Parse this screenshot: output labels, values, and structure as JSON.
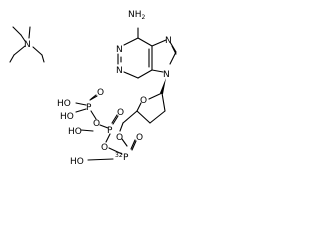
{
  "structure": {
    "adenine": {
      "amine": "NH",
      "amine_sub": "2",
      "n1": "N",
      "n3": "N",
      "n7": "N",
      "n9": "N"
    },
    "triethylamine": {
      "n": "N"
    },
    "sugar": {
      "o_ring": "O",
      "o_5": "O"
    },
    "triphosphate": {
      "gamma": {
        "oh_left": "HO",
        "p": "P",
        "o_top": "O",
        "oh_bottom": "HO",
        "o_bridge": "O"
      },
      "beta": {
        "oh_left": "HO",
        "p": "P",
        "o_top": "O",
        "o_bridge": "O"
      },
      "alpha": {
        "oh_left": "HO",
        "p_isotope": "32",
        "p": "P",
        "o_top": "O"
      }
    }
  }
}
